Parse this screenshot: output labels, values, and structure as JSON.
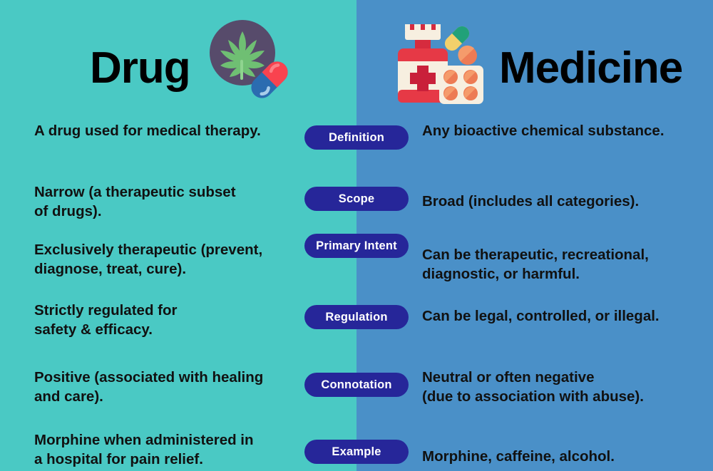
{
  "header": {
    "left_title": "Drug",
    "right_title": "Medicine",
    "left_icon": "cannabis-leaf-capsule-icon",
    "right_icon": "medicine-bottle-pills-icon"
  },
  "colors": {
    "left_background": "#4ac9c4",
    "right_background": "#4a90c8",
    "label_pill": "#262699",
    "label_text": "#ffffff",
    "body_text": "#111111",
    "title_text": "#000000"
  },
  "comparison": {
    "rows": [
      {
        "label": "Definition",
        "left": "A drug used for medical therapy.",
        "right": "Any bioactive chemical substance."
      },
      {
        "label": "Scope",
        "left": "Narrow (a therapeutic subset\nof drugs).",
        "right": "Broad (includes all categories)."
      },
      {
        "label": "Primary Intent",
        "left": "Exclusively therapeutic (prevent,\ndiagnose, treat, cure).",
        "right": "Can be therapeutic, recreational,\ndiagnostic, or harmful."
      },
      {
        "label": "Regulation",
        "left": "Strictly regulated for\nsafety & efficacy.",
        "right": "Can be legal, controlled, or illegal."
      },
      {
        "label": "Connotation",
        "left": "Positive (associated with healing\nand care).",
        "right": "Neutral or often negative\n(due to association with abuse)."
      },
      {
        "label": "Example",
        "left": "Morphine when administered in\na hospital for pain relief.",
        "right": "Morphine, caffeine, alcohol."
      }
    ]
  }
}
